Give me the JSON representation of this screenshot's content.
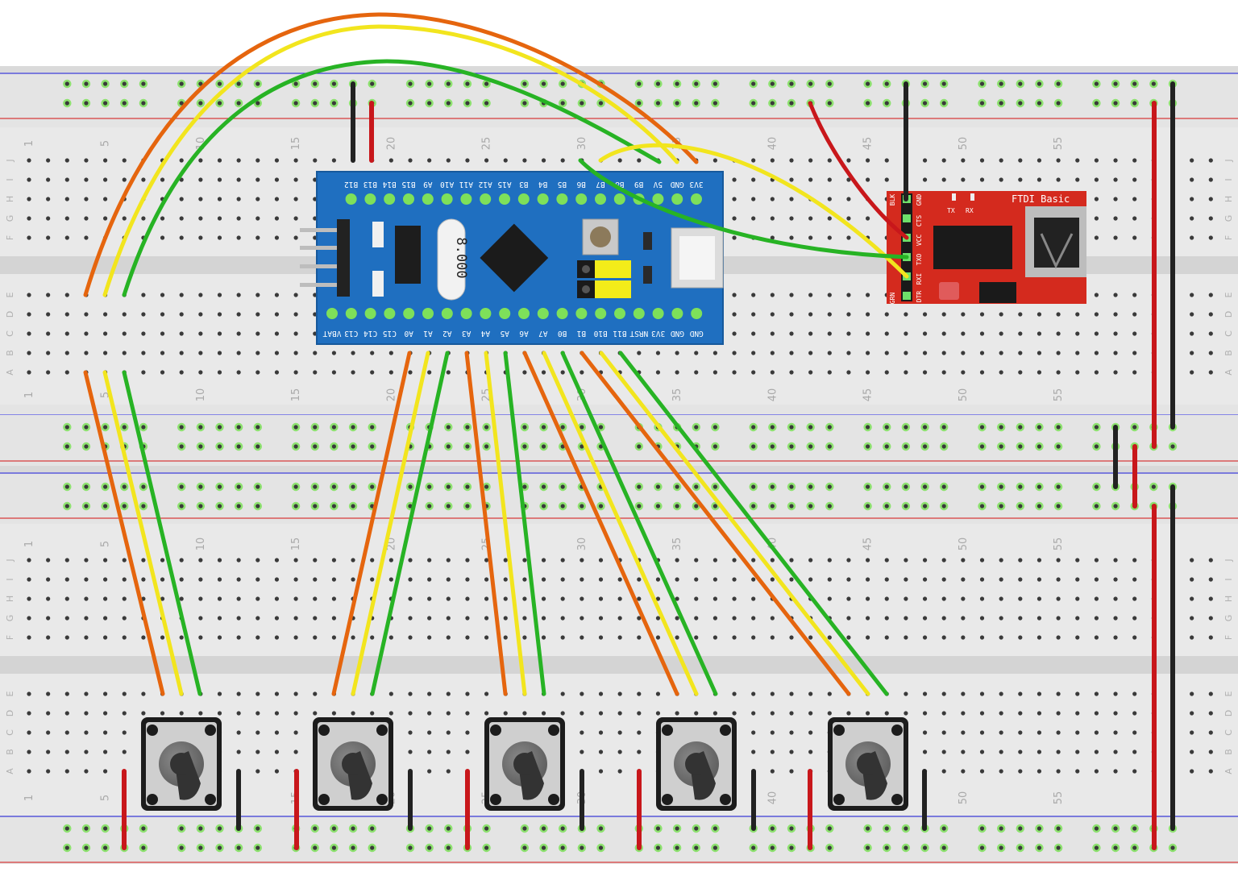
{
  "breadboard": {
    "column_numbers": [
      "1",
      "5",
      "10",
      "15",
      "20",
      "25",
      "30",
      "35",
      "40",
      "45",
      "50",
      "55"
    ],
    "row_letters_top": [
      "J",
      "I",
      "H",
      "G",
      "F",
      "E",
      "D",
      "C",
      "B",
      "A"
    ],
    "row_letters_bottom": [
      "J",
      "I",
      "H",
      "G",
      "F",
      "E",
      "D",
      "C",
      "B",
      "A"
    ]
  },
  "mcu": {
    "top_pins": [
      "3V3",
      "GND",
      "5V",
      "B9",
      "B8",
      "B7",
      "B6",
      "B5",
      "B4",
      "B3",
      "A15",
      "A12",
      "A11",
      "A10",
      "A9",
      "B15",
      "B14",
      "B13",
      "B12"
    ],
    "bottom_pins": [
      "VBAT",
      "C13",
      "C14",
      "C15",
      "A0",
      "A1",
      "A2",
      "A3",
      "A4",
      "A5",
      "A6",
      "A7",
      "B0",
      "B1",
      "B10",
      "B11",
      "NRST",
      "3V3",
      "GND",
      "GND"
    ],
    "crystal_label": "8.000"
  },
  "ftdi": {
    "title": "FTDI Basic",
    "tx_label": "TX",
    "rx_label": "RX",
    "pins": [
      "BLK",
      "GND",
      "CTS",
      "VCC",
      "TXO",
      "RXI",
      "DTR",
      "GRN"
    ]
  },
  "colors": {
    "board_blue": "#1f6fc0",
    "ftdi_red": "#d42a1e",
    "wire_orange": "#e5650e",
    "wire_yellow": "#f2e51e",
    "wire_green": "#27b324",
    "wire_red": "#c8171b",
    "wire_black": "#222222",
    "breadboard": "#e3e3e3",
    "hole_green": "#7ee05a"
  }
}
